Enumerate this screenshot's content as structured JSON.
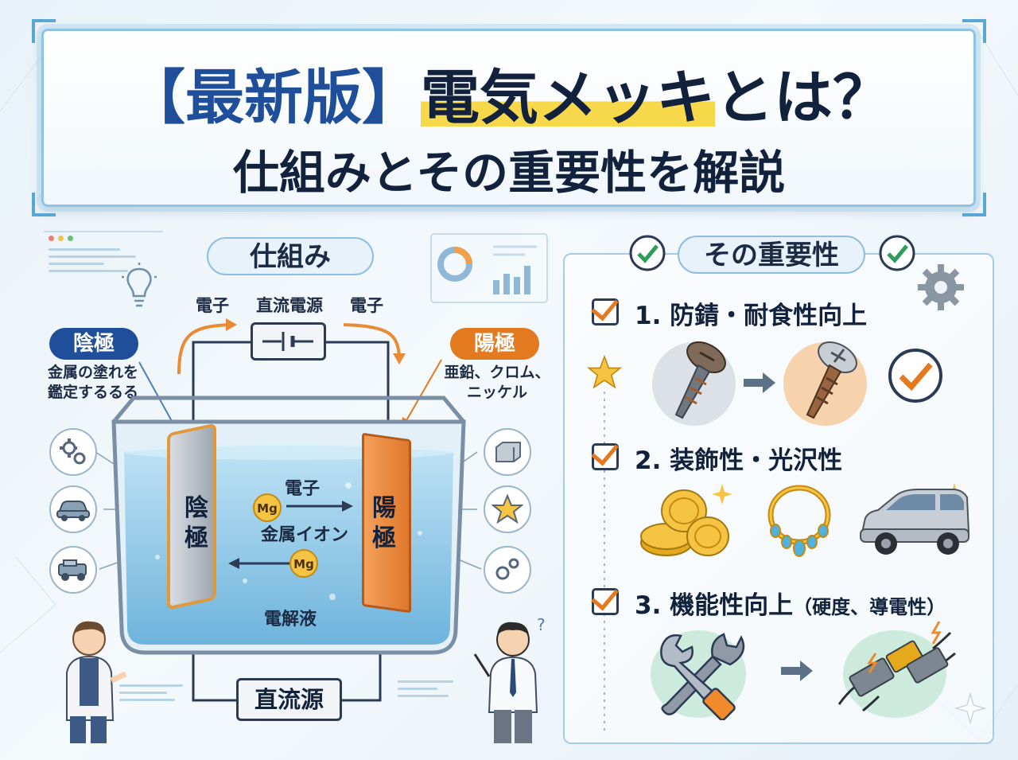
{
  "title": {
    "bracket": "【最新版】",
    "highlight": "電気メッキ",
    "rest": "とは？",
    "subtitle": "仕組みとその重要性を解説"
  },
  "mechanism": {
    "heading": "仕組み",
    "electron_left": "電子",
    "power_supply": "直流電源",
    "electron_right": "電子",
    "cathode_tag": "陰極",
    "cathode_desc": "金属の塗れを\n鑑定するるる",
    "anode_tag": "陽極",
    "anode_desc": "亜鉛、クロム、\nニッケル",
    "cathode_plate": "陰\n極",
    "anode_plate": "陽\n極",
    "ion_mg": "Mg",
    "flow_electron": "電子",
    "flow_ion": "金属イオン",
    "electrolyte": "電解液",
    "dc_source": "直流源"
  },
  "importance": {
    "heading": "その重要性",
    "items": [
      {
        "label": "1. 防錆・耐食性向上"
      },
      {
        "label": "2. 装飾性・光沢性"
      },
      {
        "label": "3. 機能性向上",
        "suffix": "（硬度、導電性）"
      }
    ]
  },
  "colors": {
    "cathode": "#1f4f9a",
    "anode": "#e47a20",
    "accent_yellow": "#f7d84a",
    "check_green": "#2e9c5a"
  },
  "icons": [
    "gear-icon",
    "car-icon",
    "jeep-icon",
    "ingot-icon",
    "star-icon",
    "gears-icon",
    "lightbulb-icon",
    "screw-icon",
    "coins-icon",
    "necklace-icon",
    "car-icon",
    "wrench-icon",
    "connector-icon"
  ]
}
